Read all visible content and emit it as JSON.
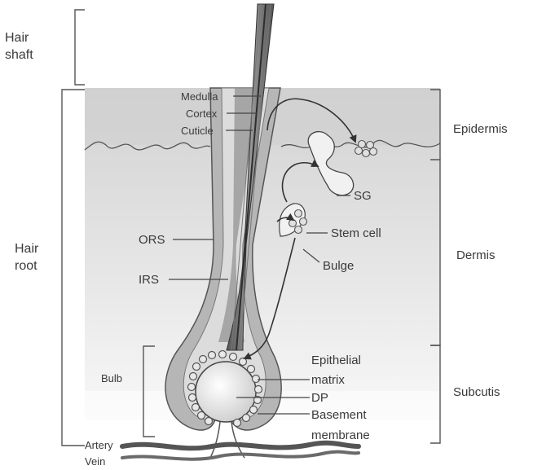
{
  "labels": {
    "hair_shaft_line1": "Hair",
    "hair_shaft_line2": "shaft",
    "hair_root_line1": "Hair",
    "hair_root_line2": "root",
    "medulla": "Medulla",
    "cortex": "Cortex",
    "cuticle": "Cuticle",
    "ors": "ORS",
    "irs": "IRS",
    "bulb": "Bulb",
    "artery": "Artery",
    "vein": "Vein",
    "sg": "SG",
    "stem_cell": "Stem cell",
    "bulge": "Bulge",
    "epithelial_matrix_line1": "Epithelial",
    "epithelial_matrix_line2": "matrix",
    "dp": "DP",
    "basement_membrane_line1": "Basement",
    "basement_membrane_line2": "membrane",
    "epidermis": "Epidermis",
    "dermis": "Dermis",
    "subcutis": "Subcutis"
  },
  "colors": {
    "label_text": "#3a3a3a",
    "skin_top": "#dcdcdc",
    "skin_bottom": "#f4f4f4",
    "follicle_dark": "#6f6f6f",
    "follicle_mid": "#a8a8a8",
    "follicle_light": "#d6d6d6",
    "line": "#444444"
  }
}
